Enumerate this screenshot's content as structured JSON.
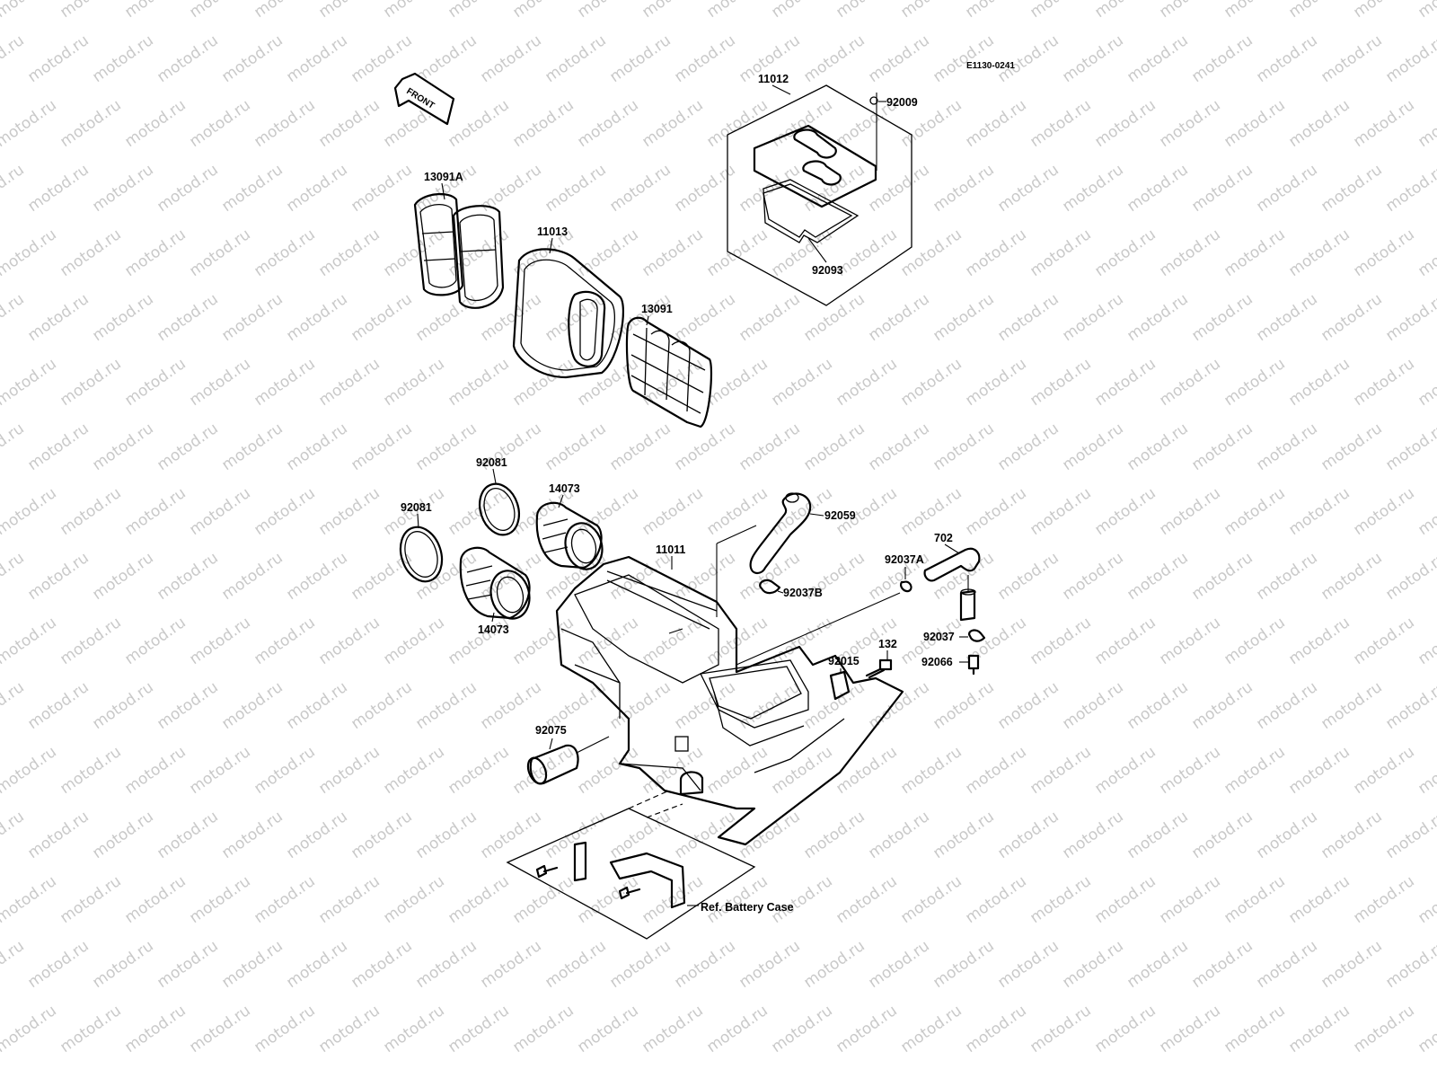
{
  "diagram_code": "E1130-0241",
  "watermark": "motod.ru",
  "front_label": "FRONT",
  "callouts": {
    "p11012": "11012",
    "p92009": "92009",
    "p92093": "92093",
    "p13091A": "13091A",
    "p11013": "11013",
    "p13091": "13091",
    "p92081a": "92081",
    "p92081b": "92081",
    "p14073a": "14073",
    "p14073b": "14073",
    "p92059": "92059",
    "p11011": "11011",
    "p702": "702",
    "p92037A": "92037A",
    "p92037B": "92037B",
    "p132": "132",
    "p92015": "92015",
    "p92037": "92037",
    "p92066": "92066",
    "p92075": "92075"
  },
  "reference_label": "Ref. Battery Case"
}
